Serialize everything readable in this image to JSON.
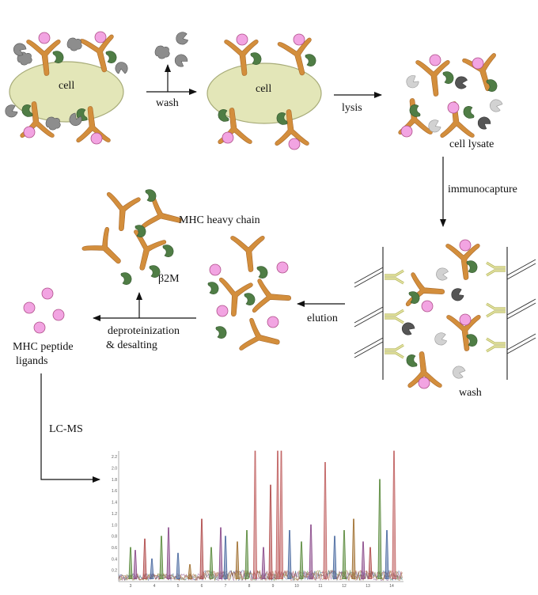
{
  "labels": {
    "cell_1": "cell",
    "cell_2": "cell",
    "wash_1": "wash",
    "lysis": "lysis",
    "cell_lysate": "cell lysate",
    "immunocapture": "immunocapture",
    "mhc_heavy_chain": "MHC heavy chain",
    "b2m": "β2M",
    "elution": "elution",
    "wash_2": "wash",
    "deproteinization_1": "deproteinization",
    "deproteinization_2": "& desalting",
    "mhc_peptide_1": "MHC peptide",
    "mhc_peptide_2": "ligands",
    "lcms": "LC-MS"
  },
  "colors": {
    "mhc_heavy": "#d38e3c",
    "b2m": "#4f7d45",
    "peptide": "#f2a4e2",
    "cell": "#e3e6b8",
    "protein_gray": "#8d8d8d",
    "protein_light": "#d2d2d2",
    "protein_dark": "#555555",
    "antibody": "#d9d98a"
  },
  "chart_data": {
    "type": "line",
    "title": "",
    "xlabel": "",
    "ylabel": "",
    "xlim": [
      2.5,
      14.5
    ],
    "ylim": [
      0,
      2.3
    ],
    "x_ticks": [
      "3",
      "4",
      "5",
      "6",
      "7",
      "8",
      "9",
      "10",
      "11",
      "12",
      "13",
      "14"
    ],
    "y_ticks": [
      "0.2",
      "0.4",
      "0.6",
      "0.8",
      "1.0",
      "1.2",
      "1.4",
      "1.6",
      "1.8",
      "2.0",
      "2.2"
    ],
    "peaks": [
      {
        "x": 3.0,
        "y": 0.6,
        "color": "#5a8a3c"
      },
      {
        "x": 3.2,
        "y": 0.55,
        "color": "#8a4a8a"
      },
      {
        "x": 3.6,
        "y": 0.75,
        "color": "#b04a4a"
      },
      {
        "x": 3.9,
        "y": 0.4,
        "color": "#4a6aa0"
      },
      {
        "x": 4.3,
        "y": 0.8,
        "color": "#5a8a3c"
      },
      {
        "x": 4.6,
        "y": 0.95,
        "color": "#8a4a8a"
      },
      {
        "x": 5.0,
        "y": 0.5,
        "color": "#4a6aa0"
      },
      {
        "x": 5.5,
        "y": 0.3,
        "color": "#a07030"
      },
      {
        "x": 6.0,
        "y": 1.1,
        "color": "#b04a4a"
      },
      {
        "x": 6.4,
        "y": 0.6,
        "color": "#5a8a3c"
      },
      {
        "x": 6.8,
        "y": 0.95,
        "color": "#8a4a8a"
      },
      {
        "x": 7.0,
        "y": 0.8,
        "color": "#4a6aa0"
      },
      {
        "x": 7.5,
        "y": 0.7,
        "color": "#a07030"
      },
      {
        "x": 7.9,
        "y": 0.9,
        "color": "#5a8a3c"
      },
      {
        "x": 8.25,
        "y": 2.3,
        "color": "#c06060"
      },
      {
        "x": 8.6,
        "y": 0.6,
        "color": "#8a4a8a"
      },
      {
        "x": 8.9,
        "y": 1.7,
        "color": "#b04a4a"
      },
      {
        "x": 9.2,
        "y": 2.3,
        "color": "#c06060"
      },
      {
        "x": 9.35,
        "y": 2.3,
        "color": "#c06060"
      },
      {
        "x": 9.7,
        "y": 0.9,
        "color": "#4a6aa0"
      },
      {
        "x": 10.2,
        "y": 0.7,
        "color": "#5a8a3c"
      },
      {
        "x": 10.6,
        "y": 1.0,
        "color": "#8a4a8a"
      },
      {
        "x": 11.2,
        "y": 2.1,
        "color": "#c06060"
      },
      {
        "x": 11.6,
        "y": 0.8,
        "color": "#4a6aa0"
      },
      {
        "x": 12.0,
        "y": 0.9,
        "color": "#5a8a3c"
      },
      {
        "x": 12.4,
        "y": 1.1,
        "color": "#a07030"
      },
      {
        "x": 12.8,
        "y": 0.7,
        "color": "#8a4a8a"
      },
      {
        "x": 13.1,
        "y": 0.6,
        "color": "#b04a4a"
      },
      {
        "x": 13.5,
        "y": 1.8,
        "color": "#5a8a3c"
      },
      {
        "x": 13.8,
        "y": 0.9,
        "color": "#4a6aa0"
      },
      {
        "x": 14.1,
        "y": 2.3,
        "color": "#c06060"
      }
    ]
  }
}
